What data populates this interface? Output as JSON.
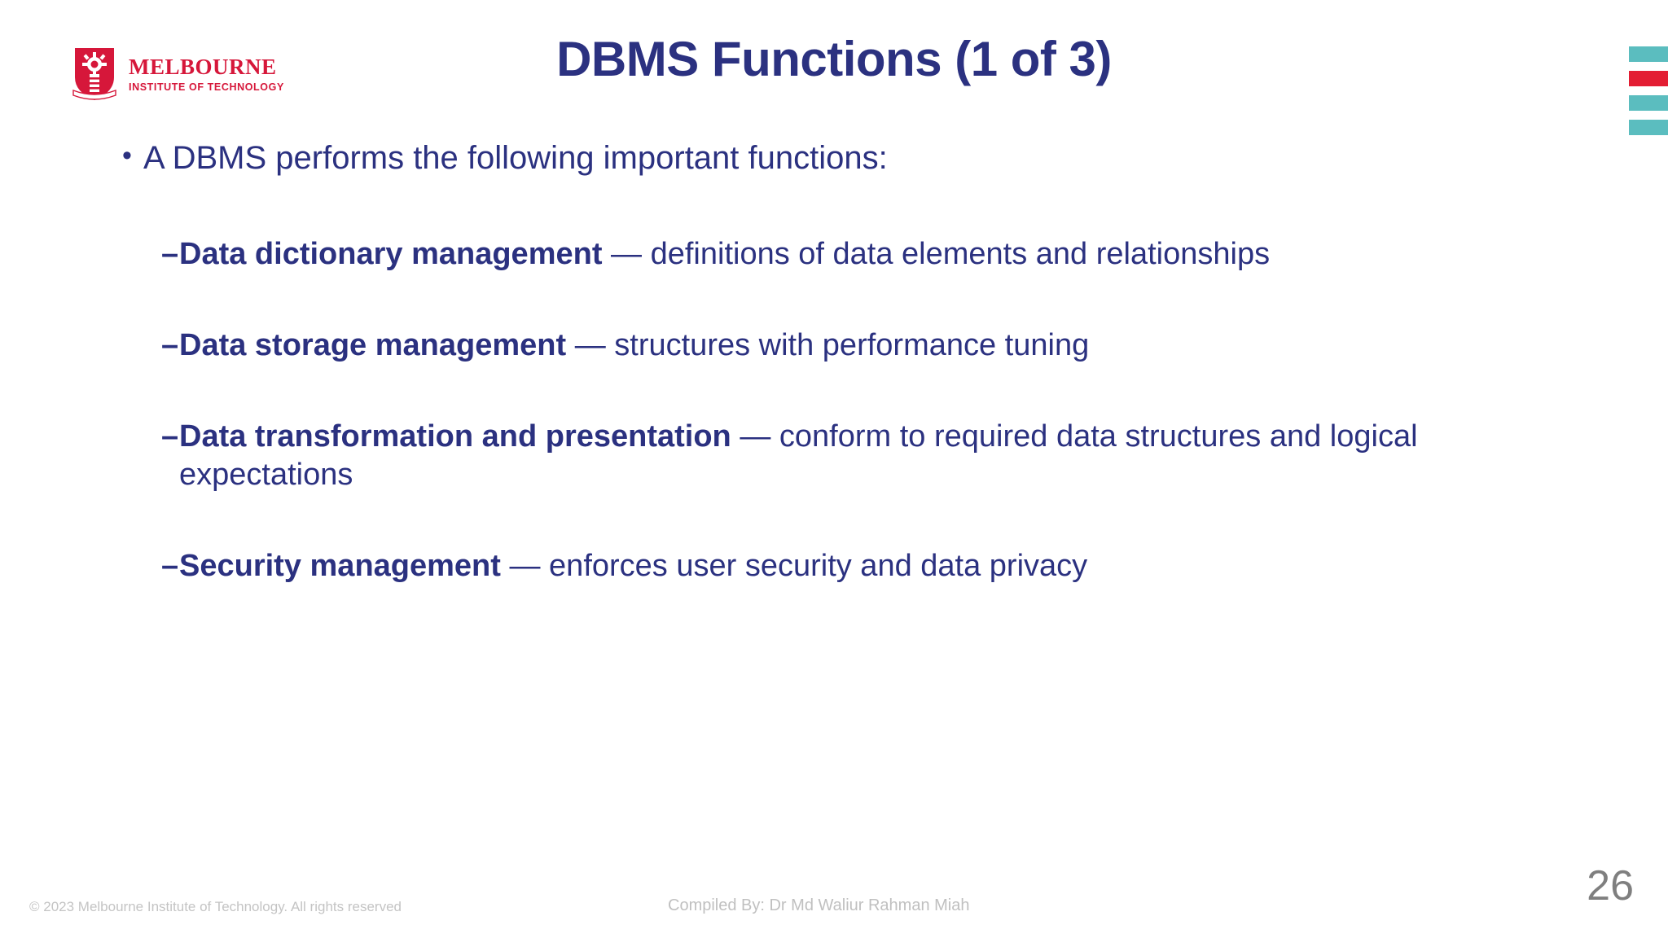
{
  "brand": {
    "logo_icon": "shield-crest-icon",
    "name": "MELBOURNE",
    "subtitle": "INSTITUTE OF TECHNOLOGY",
    "logo_color": "#d6173a"
  },
  "title": "DBMS Functions (1 of 3)",
  "colors": {
    "title_navy": "#2b3180",
    "accent_teal": "#5bbdbf",
    "accent_red": "#e31e33",
    "footer_gray": "#c4c4c4",
    "page_number_gray": "#7f7f7f"
  },
  "decoration": {
    "bars": [
      {
        "name": "deco-bar-teal-1",
        "color": "#5bbdbf"
      },
      {
        "name": "deco-bar-red",
        "color": "#e31e33"
      },
      {
        "name": "deco-bar-teal-2",
        "color": "#5bbdbf"
      },
      {
        "name": "deco-bar-teal-3",
        "color": "#5bbdbf"
      }
    ]
  },
  "body": {
    "intro": {
      "marker": "•",
      "text": "A DBMS performs the following important functions:"
    },
    "items": [
      {
        "marker": "–",
        "term": "Data dictionary management",
        "dash": " — ",
        "description": "definitions of data elements and relationships"
      },
      {
        "marker": "–",
        "term": "Data storage management",
        "dash": " — ",
        "description": "structures with performance tuning"
      },
      {
        "marker": "–",
        "term": "Data transformation and presentation",
        "dash": " — ",
        "description": "conform to required data structures and logical expectations"
      },
      {
        "marker": "–",
        "term": "Security management",
        "dash": " — ",
        "description": "enforces user security and data privacy"
      }
    ]
  },
  "footer": {
    "copyright": "© 2023 Melbourne Institute of Technology. All rights reserved",
    "compiled_by": "Compiled By: Dr Md Waliur Rahman Miah",
    "page_number": "26"
  }
}
